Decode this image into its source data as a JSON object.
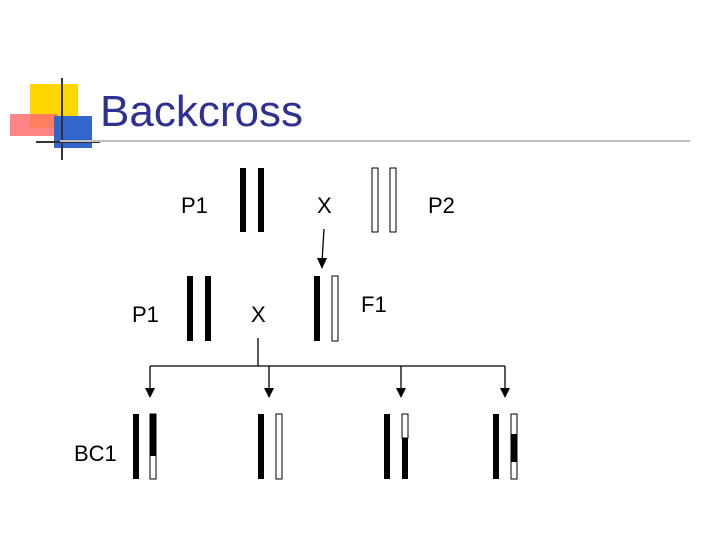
{
  "slide": {
    "title": "Backcross"
  },
  "diagram": {
    "labels": {
      "p1_top": "P1",
      "cross_top": "X",
      "p2": "P2",
      "p1_mid": "P1",
      "cross_mid": "X",
      "f1": "F1",
      "bc1": "BC1"
    }
  },
  "colors": {
    "title": "#2e3192",
    "chromosome_filled": "#000000",
    "chromosome_empty": "#ffffff",
    "logo_yellow": "#ffd700",
    "logo_red": "#ff6f6f",
    "logo_blue": "#3366cc"
  }
}
